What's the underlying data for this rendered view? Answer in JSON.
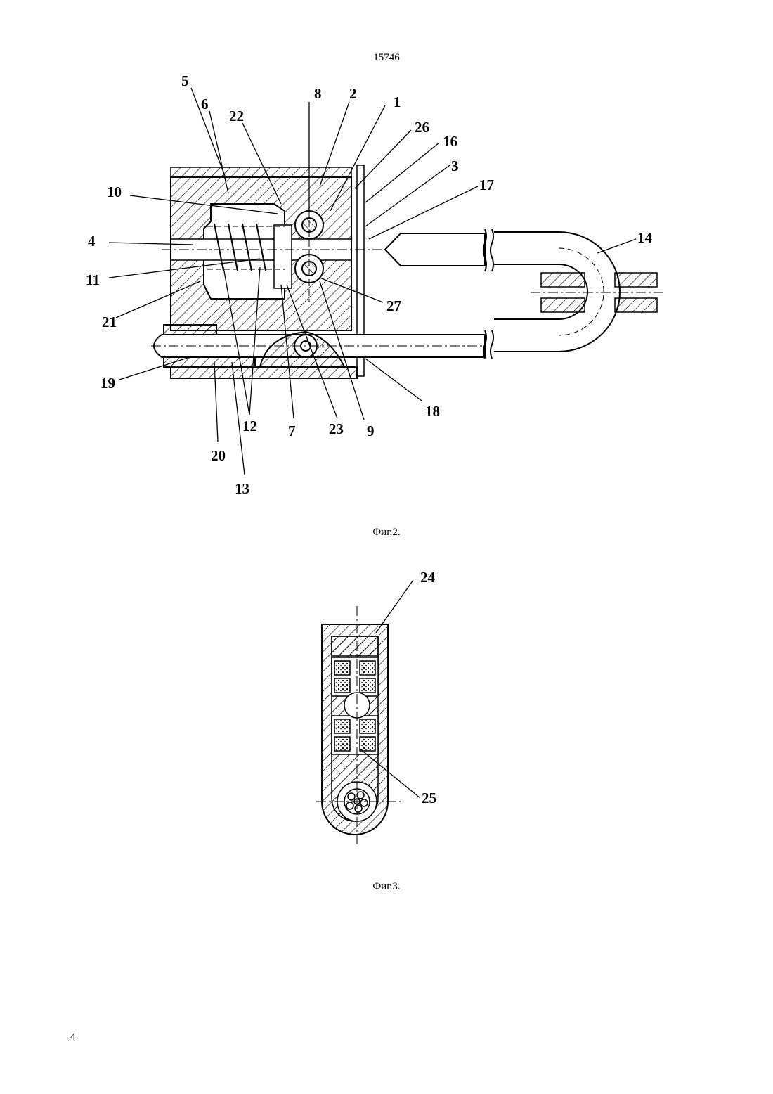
{
  "header": {
    "doc_number": "15746"
  },
  "footer": {
    "page_number": "4"
  },
  "figure2": {
    "caption": "Фиг.2.",
    "labels": [
      {
        "id": "5",
        "text": "5"
      },
      {
        "id": "6",
        "text": "6"
      },
      {
        "id": "22",
        "text": "22"
      },
      {
        "id": "8",
        "text": "8"
      },
      {
        "id": "2",
        "text": "2"
      },
      {
        "id": "1",
        "text": "1"
      },
      {
        "id": "26",
        "text": "26"
      },
      {
        "id": "16",
        "text": "16"
      },
      {
        "id": "3",
        "text": "3"
      },
      {
        "id": "17",
        "text": "17"
      },
      {
        "id": "10",
        "text": "10"
      },
      {
        "id": "4",
        "text": "4"
      },
      {
        "id": "14",
        "text": "14"
      },
      {
        "id": "11",
        "text": "11"
      },
      {
        "id": "27",
        "text": "27"
      },
      {
        "id": "21",
        "text": "21"
      },
      {
        "id": "19",
        "text": "19"
      },
      {
        "id": "18",
        "text": "18"
      },
      {
        "id": "12",
        "text": "12"
      },
      {
        "id": "7",
        "text": "7"
      },
      {
        "id": "23",
        "text": "23"
      },
      {
        "id": "9",
        "text": "9"
      },
      {
        "id": "20",
        "text": "20"
      },
      {
        "id": "13",
        "text": "13"
      }
    ]
  },
  "figure3": {
    "caption": "Фиг.3.",
    "labels": [
      {
        "id": "24",
        "text": "24"
      },
      {
        "id": "25",
        "text": "25"
      }
    ]
  }
}
